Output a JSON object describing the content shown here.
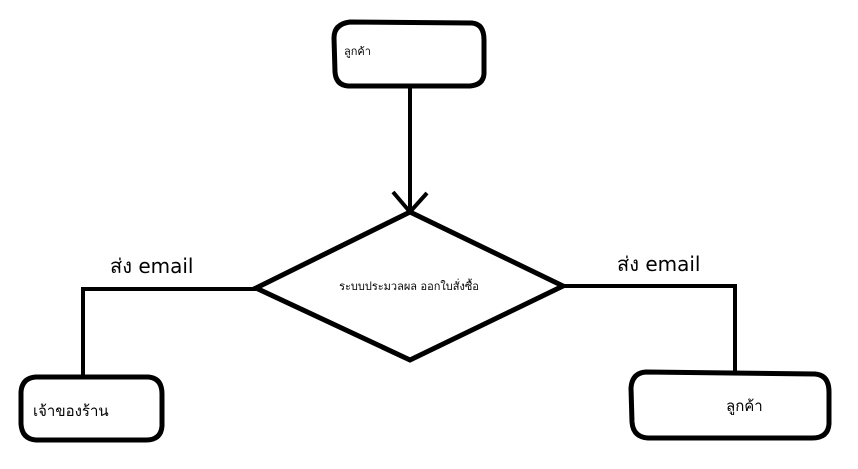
{
  "diagram": {
    "nodes": {
      "customer_top": {
        "label": "ลูกค้า"
      },
      "decision": {
        "label": "ระบบประมวลผล ออกใบสั่งซื้อ"
      },
      "shop_owner": {
        "label": "เจ้าของร้าน"
      },
      "customer_right": {
        "label": "ลูกค้า"
      }
    },
    "edges": {
      "to_owner": {
        "label": "ส่ง email"
      },
      "to_customer": {
        "label": "ส่ง email"
      }
    }
  }
}
